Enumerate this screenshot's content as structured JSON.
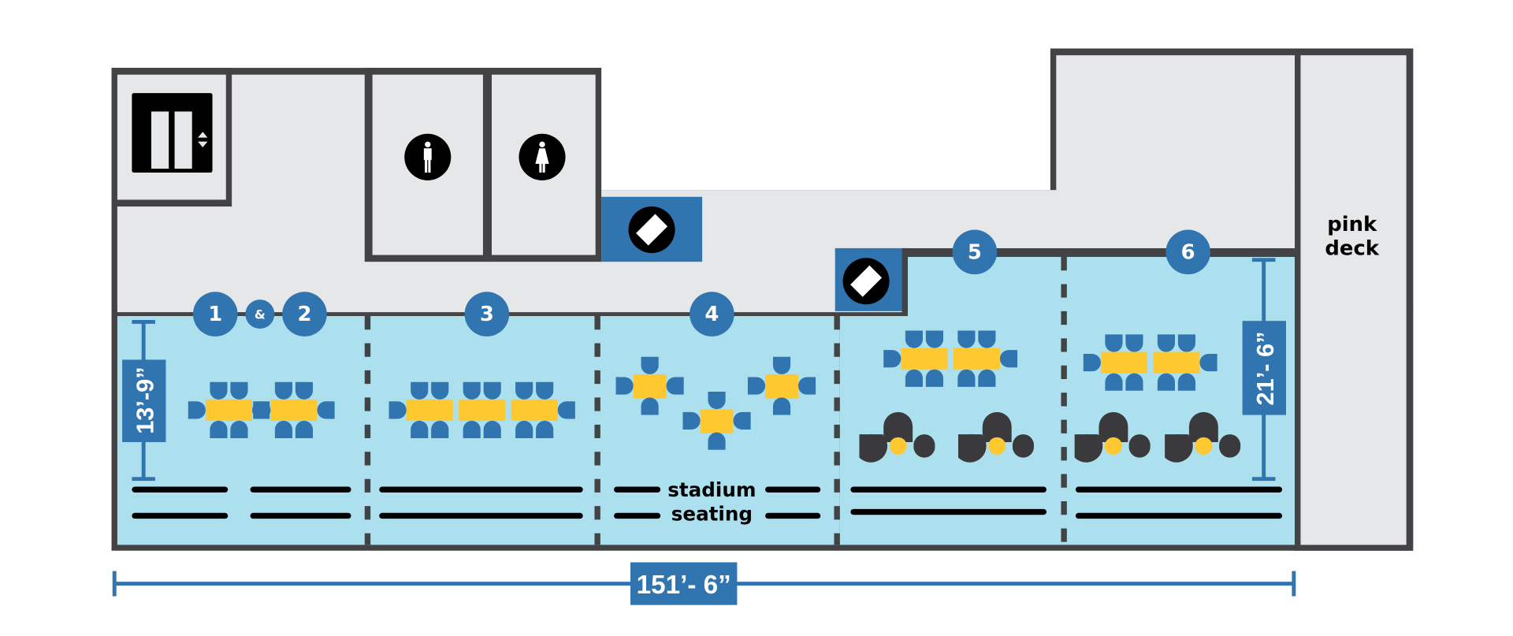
{
  "title": "Event space floor plan",
  "colors": {
    "wall": "#434345",
    "corridor": "#e6e7e9",
    "room": "#ade0ee",
    "accent_blue": "#3075b0",
    "table_yellow": "#fec831",
    "lounge_dark": "#3a3a3c"
  },
  "rooms": [
    {
      "id": "1",
      "label": "1"
    },
    {
      "id": "amp",
      "label": "&"
    },
    {
      "id": "2",
      "label": "2"
    },
    {
      "id": "3",
      "label": "3"
    },
    {
      "id": "4",
      "label": "4"
    },
    {
      "id": "5",
      "label": "5"
    },
    {
      "id": "6",
      "label": "6"
    }
  ],
  "amenities": {
    "elevator": "elevator-icon",
    "mens_restroom": "mens-restroom-icon",
    "womens_restroom": "womens-restroom-icon",
    "ticket_booths": [
      "ticket-icon",
      "ticket-icon"
    ]
  },
  "labels": {
    "deck_line1": "pink",
    "deck_line2": "deck",
    "stadium_line1": "stadium",
    "stadium_line2": "seating"
  },
  "dimensions": {
    "left_height": "13’-9”",
    "right_height": "21’- 6”",
    "total_width": "151’- 6”"
  }
}
